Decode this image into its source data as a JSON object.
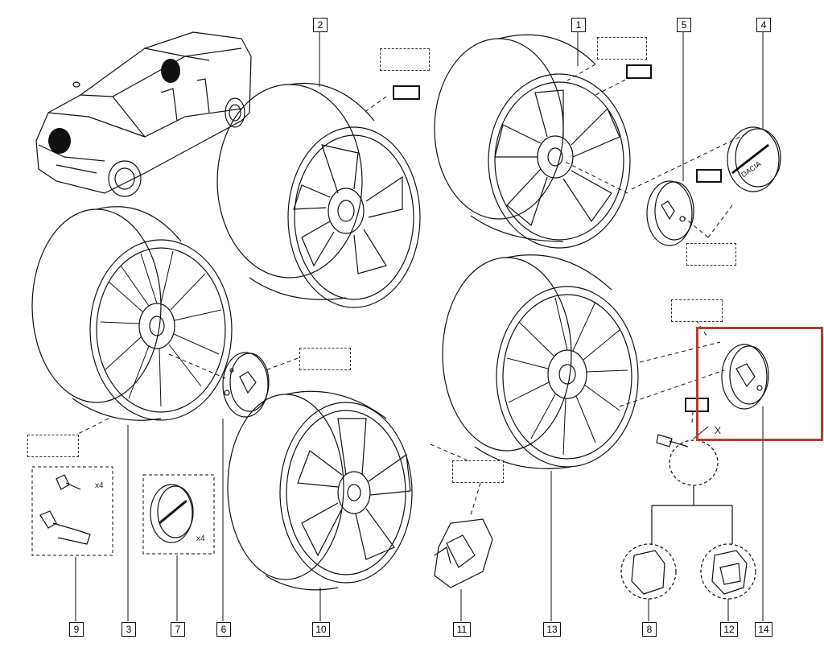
{
  "diagram": {
    "callouts": [
      "1",
      "2",
      "3",
      "4",
      "5",
      "6",
      "7",
      "8",
      "9",
      "10",
      "11",
      "12",
      "13",
      "14"
    ],
    "qty_screws": "x4",
    "qty_caps": "x4",
    "marker_x": "X",
    "brand_text": "DACIA",
    "highlight_color": "#b3402d"
  }
}
